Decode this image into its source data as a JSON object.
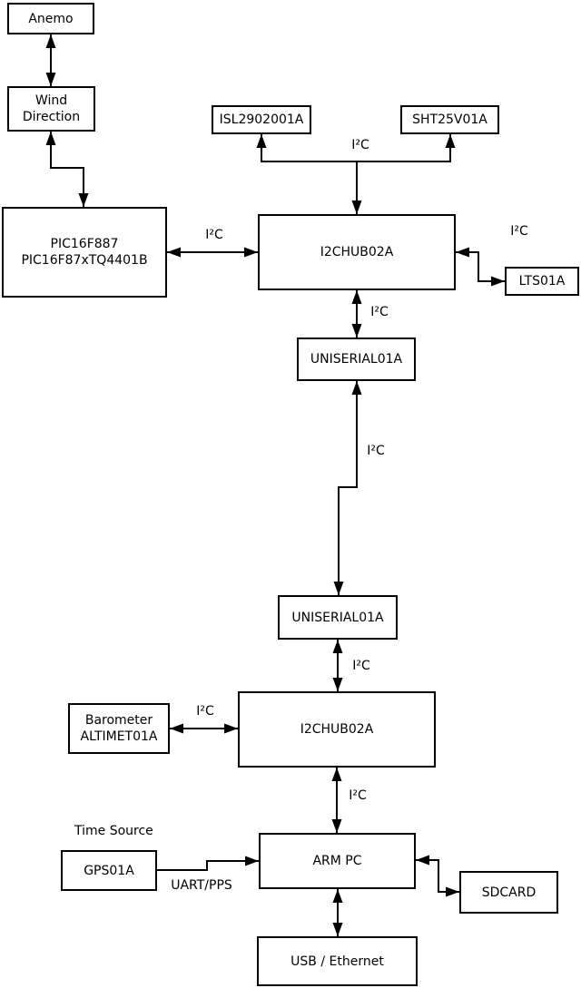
{
  "diagram": {
    "background": "#ffffff",
    "line_color": "#000000",
    "box_fill": "#ffffff",
    "text_color": "#000000",
    "nodes": {
      "anemo": {
        "label": "Anemo"
      },
      "wind_direction": {
        "line1": "Wind",
        "line2": "Direction"
      },
      "pic": {
        "line1": "PIC16F887",
        "line2": "PIC16F87xTQ4401B"
      },
      "isl": {
        "label": "ISL2902001A"
      },
      "sht": {
        "label": "SHT25V01A"
      },
      "i2c_hub_top": {
        "label": "I2CHUB02A"
      },
      "lts": {
        "label": "LTS01A"
      },
      "uniserial_top": {
        "label": "UNISERIAL01A"
      },
      "uniserial_bottom": {
        "label": "UNISERIAL01A"
      },
      "i2c_hub_bottom": {
        "label": "I2CHUB02A"
      },
      "barometer": {
        "line1": "Barometer",
        "line2": "ALTIMET01A"
      },
      "gps": {
        "label": "GPS01A"
      },
      "arm_pc": {
        "label": "ARM PC"
      },
      "sdcard": {
        "label": "SDCARD"
      },
      "usb_ethernet": {
        "label": "USB / Ethernet"
      }
    },
    "labels": {
      "i2c": "I²C",
      "time_source": "Time Source",
      "uart_pps": "UART/PPS"
    },
    "edges": [
      {
        "from": "Anemo",
        "to": "Wind Direction",
        "type": "bidirectional"
      },
      {
        "from": "Wind Direction",
        "to": "PIC16F887 PIC16F87xTQ4401B",
        "type": "bidirectional"
      },
      {
        "from": "PIC16F887 PIC16F87xTQ4401B",
        "to": "I2CHUB02A (top)",
        "label": "I²C",
        "type": "bidirectional"
      },
      {
        "from": "I2CHUB02A (top)",
        "to": "ISL2902001A",
        "label": "I²C",
        "type": "to"
      },
      {
        "from": "I2CHUB02A (top)",
        "to": "SHT25V01A",
        "label": "I²C",
        "type": "to"
      },
      {
        "from": "I2CHUB02A (top)",
        "to": "LTS01A",
        "label": "I²C",
        "type": "bidirectional"
      },
      {
        "from": "I2CHUB02A (top)",
        "to": "UNISERIAL01A (top)",
        "label": "I²C",
        "type": "bidirectional"
      },
      {
        "from": "UNISERIAL01A (top)",
        "to": "UNISERIAL01A (bottom)",
        "label": "I²C",
        "type": "bidirectional"
      },
      {
        "from": "UNISERIAL01A (bottom)",
        "to": "I2CHUB02A (bottom)",
        "label": "I²C",
        "type": "bidirectional"
      },
      {
        "from": "Barometer ALTIMET01A",
        "to": "I2CHUB02A (bottom)",
        "label": "I²C",
        "type": "bidirectional"
      },
      {
        "from": "I2CHUB02A (bottom)",
        "to": "ARM PC",
        "label": "I²C",
        "type": "bidirectional"
      },
      {
        "from": "GPS01A",
        "to": "ARM PC",
        "label": "UART/PPS",
        "type": "to"
      },
      {
        "from": "ARM PC",
        "to": "SDCARD",
        "type": "bidirectional"
      },
      {
        "from": "ARM PC",
        "to": "USB / Ethernet",
        "type": "bidirectional"
      }
    ]
  }
}
